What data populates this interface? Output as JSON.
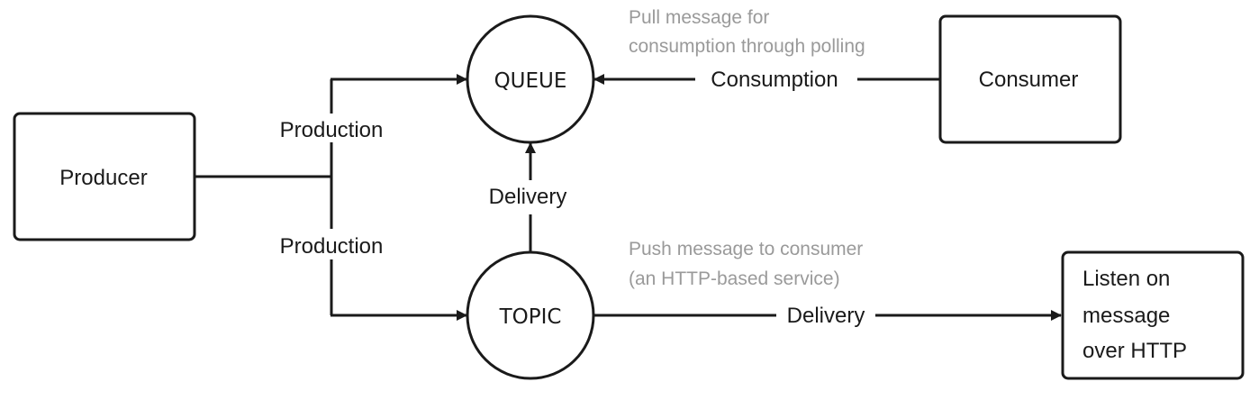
{
  "nodes": {
    "producer": "Producer",
    "queue": "QUEUE",
    "topic": "TOPIC",
    "consumer": "Consumer",
    "listener_lines": [
      "Listen on",
      "message",
      "over HTTP"
    ]
  },
  "edges": {
    "production_to_queue": "Production",
    "production_to_topic": "Production",
    "topic_to_queue": "Delivery",
    "queue_consumption": "Consumption",
    "topic_to_listener": "Delivery"
  },
  "notes": {
    "pull": [
      "Pull message for",
      "consumption through polling"
    ],
    "push": [
      "Push message to consumer",
      "(an HTTP-based service)"
    ]
  },
  "colors": {
    "stroke": "#1a1a1a",
    "note_text": "#9a9a9a"
  }
}
